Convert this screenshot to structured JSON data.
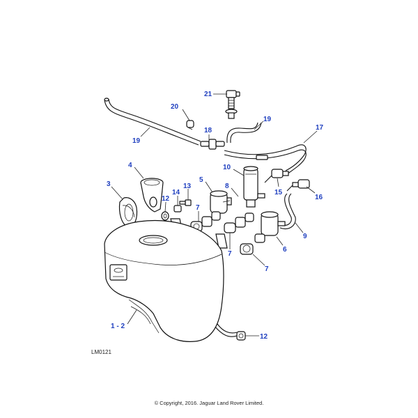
{
  "callouts": [
    {
      "id": "21",
      "text": "21"
    },
    {
      "id": "20",
      "text": "20"
    },
    {
      "id": "19a",
      "text": "19"
    },
    {
      "id": "18",
      "text": "18"
    },
    {
      "id": "19b",
      "text": "19"
    },
    {
      "id": "17",
      "text": "17"
    },
    {
      "id": "10",
      "text": "10"
    },
    {
      "id": "4",
      "text": "4"
    },
    {
      "id": "5",
      "text": "5"
    },
    {
      "id": "8",
      "text": "8"
    },
    {
      "id": "15",
      "text": "15"
    },
    {
      "id": "16",
      "text": "16"
    },
    {
      "id": "3",
      "text": "3"
    },
    {
      "id": "13",
      "text": "13"
    },
    {
      "id": "14",
      "text": "14"
    },
    {
      "id": "12a",
      "text": "12"
    },
    {
      "id": "7a",
      "text": "7"
    },
    {
      "id": "9",
      "text": "9"
    },
    {
      "id": "7b",
      "text": "7"
    },
    {
      "id": "6",
      "text": "6"
    },
    {
      "id": "7c",
      "text": "7"
    },
    {
      "id": "1-2",
      "text": "1 - 2"
    },
    {
      "id": "12b",
      "text": "12"
    }
  ],
  "diagram_code": "LM0121",
  "copyright": "© Copyright, 2016. Jaguar Land Rover Limited."
}
